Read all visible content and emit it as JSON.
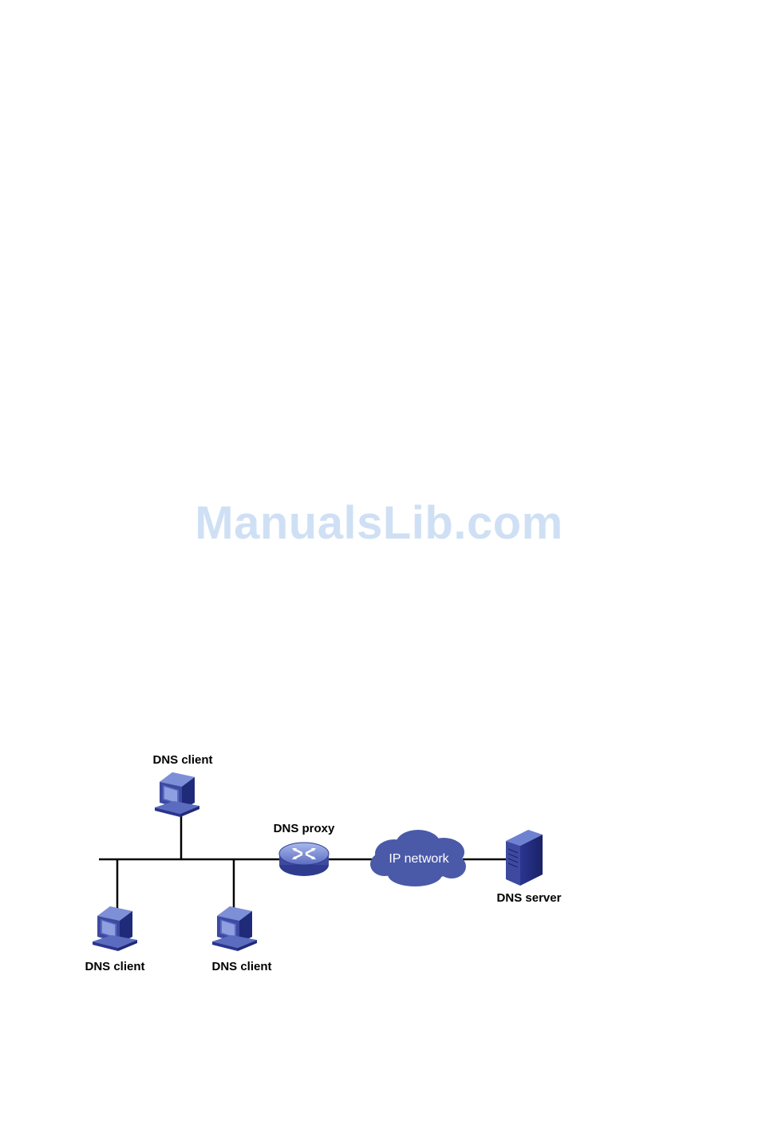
{
  "watermark": "ManualsLib.com",
  "diagram": {
    "nodes": [
      {
        "id": "client-top",
        "label": "DNS client",
        "icon": "pc-icon"
      },
      {
        "id": "client-bottom-left",
        "label": "DNS client",
        "icon": "pc-icon"
      },
      {
        "id": "client-bottom-mid",
        "label": "DNS client",
        "icon": "pc-icon"
      },
      {
        "id": "proxy",
        "label": "DNS proxy",
        "icon": "router-icon"
      },
      {
        "id": "network",
        "label": "IP network",
        "icon": "cloud-icon"
      },
      {
        "id": "server",
        "label": "DNS server",
        "icon": "server-icon"
      }
    ],
    "colors": {
      "device_blue": "#3d4aa0",
      "device_dark": "#1f2a78",
      "device_light": "#7d8fd6",
      "cloud": "#4a5aa8",
      "line": "#000000",
      "watermark": "#cfe0f5"
    }
  }
}
